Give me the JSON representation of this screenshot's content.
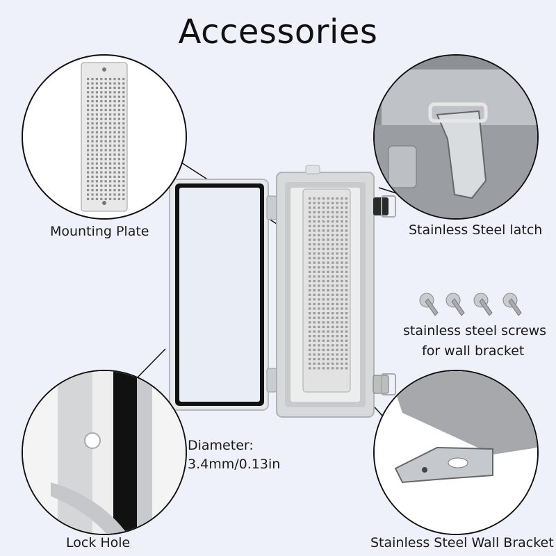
{
  "title": "Accessories",
  "callouts": {
    "mounting_plate": "Mounting Plate",
    "latch": "Stainless Steel latch",
    "screws_line1": "stainless steel screws",
    "screws_line2": "for wall bracket",
    "diameter_line1": "Diameter:",
    "diameter_line2": "3.4mm/0.13in",
    "lock_hole": "Lock Hole",
    "wall_bracket": "Stainless Steel Wall Bracket"
  },
  "colors": {
    "background": "#eef1fa",
    "outline": "#111111",
    "enclosure_gray": "#dcdcdc",
    "steel": "#b9bcc0"
  },
  "icons": [
    "mounting-plate-icon",
    "latch-icon",
    "screw-icon",
    "lock-hole-icon",
    "wall-bracket-icon",
    "enclosure-icon"
  ]
}
